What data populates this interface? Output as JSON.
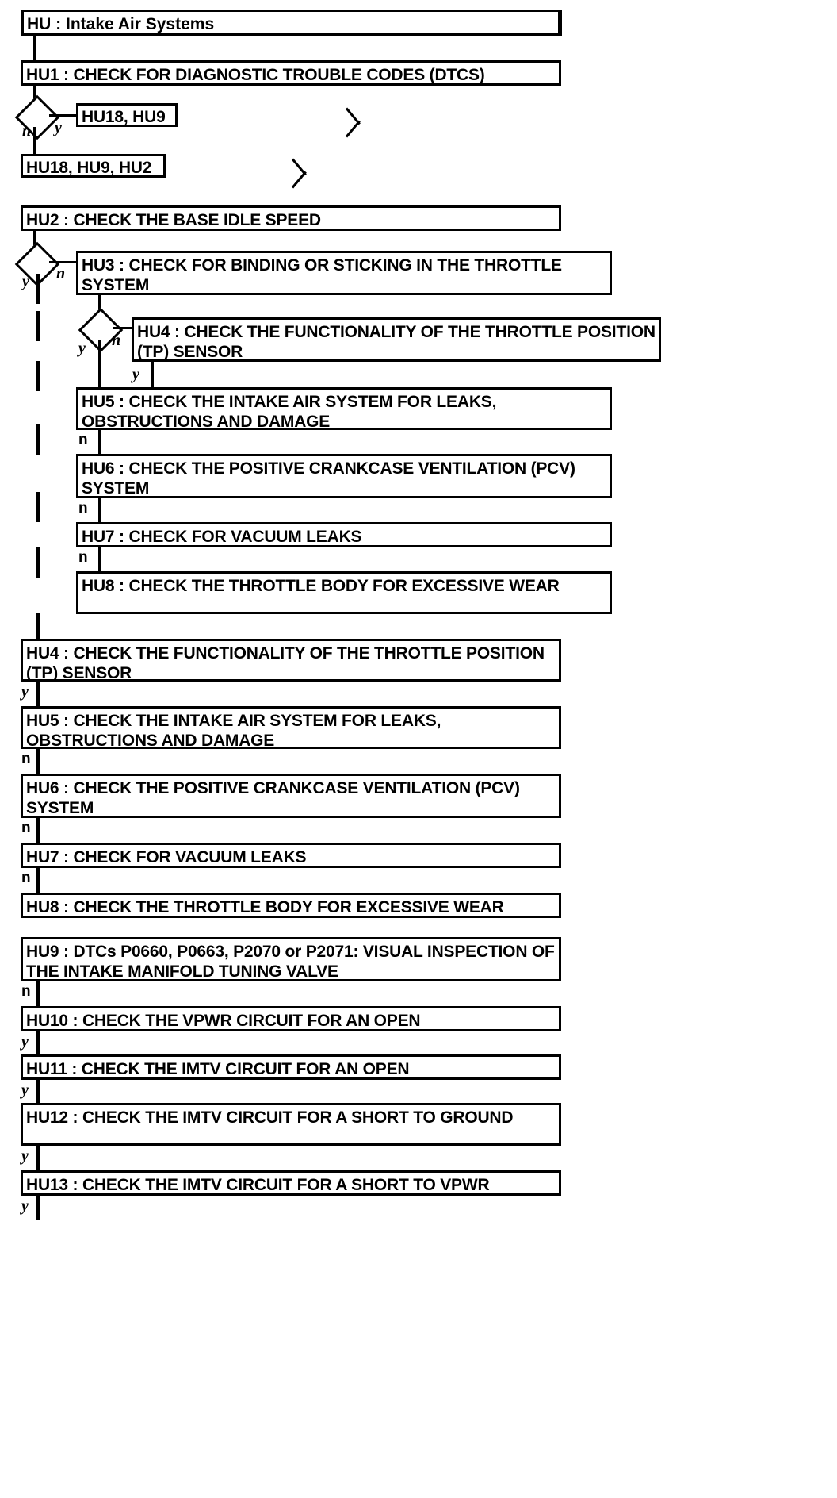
{
  "diagram": {
    "type": "flowchart",
    "title": "HU : Intake Air Systems",
    "root_label": "HU : Intake Air Systems",
    "branch_labels": {
      "yes": "y",
      "no": "n"
    },
    "nodes": {
      "hu1": "HU1 : CHECK FOR DIAGNOSTIC TROUBLE CODES (DTCS)",
      "ref_hu18_hu9": "HU18, HU9",
      "ref_hu18_hu9_hu2": "HU18, HU9, HU2",
      "hu2": "HU2 : CHECK THE BASE IDLE SPEED",
      "hu3": "HU3 : CHECK FOR BINDING OR STICKING IN THE THROTTLE SYSTEM",
      "hu4_nested": "HU4 : CHECK THE FUNCTIONALITY OF THE THROTTLE POSITION (TP) SENSOR",
      "hu5_nested": "HU5 : CHECK THE INTAKE AIR SYSTEM FOR LEAKS, OBSTRUCTIONS AND DAMAGE",
      "hu6_nested": "HU6 : CHECK THE POSITIVE CRANKCASE VENTILATION (PCV) SYSTEM",
      "hu7_nested": "HU7 : CHECK FOR VACUUM LEAKS",
      "hu8_nested": "HU8 : CHECK THE THROTTLE BODY FOR EXCESSIVE WEAR",
      "hu4": "HU4 : CHECK THE FUNCTIONALITY OF THE THROTTLE POSITION (TP) SENSOR",
      "hu5": "HU5 : CHECK THE INTAKE AIR SYSTEM FOR LEAKS, OBSTRUCTIONS AND DAMAGE",
      "hu6": "HU6 : CHECK THE POSITIVE CRANKCASE VENTILATION (PCV) SYSTEM",
      "hu7": "HU7 : CHECK FOR VACUUM LEAKS",
      "hu8": "HU8 : CHECK THE THROTTLE BODY FOR EXCESSIVE WEAR",
      "hu9": "HU9 : DTCs P0660, P0663, P2070 or P2071: VISUAL INSPECTION OF THE INTAKE MANIFOLD TUNING VALVE",
      "hu10": "HU10 : CHECK THE VPWR CIRCUIT FOR AN OPEN",
      "hu11": "HU11 : CHECK THE IMTV CIRCUIT FOR AN OPEN",
      "hu12": "HU12 : CHECK THE IMTV CIRCUIT FOR A SHORT TO GROUND",
      "hu13": "HU13 : CHECK THE IMTV CIRCUIT FOR A SHORT TO VPWR"
    },
    "edge_labels": {
      "hu1_n": "n",
      "hu1_y": "y",
      "hu2_y": "y",
      "hu2_n": "n",
      "hu3_y": "y",
      "hu3_n": "n",
      "hu4n_y": "y",
      "hu5n_n": "n",
      "hu6n_n": "n",
      "hu7n_n": "n",
      "hu4_y": "y",
      "hu5_n": "n",
      "hu6_n": "n",
      "hu7_n": "n",
      "hu9_n": "n",
      "hu10_y": "y",
      "hu11_y": "y",
      "hu12_y": "y",
      "hu13_y": "y"
    },
    "colors": {
      "stroke": "#000000",
      "fill": "#ffffff",
      "text": "#000000"
    }
  }
}
